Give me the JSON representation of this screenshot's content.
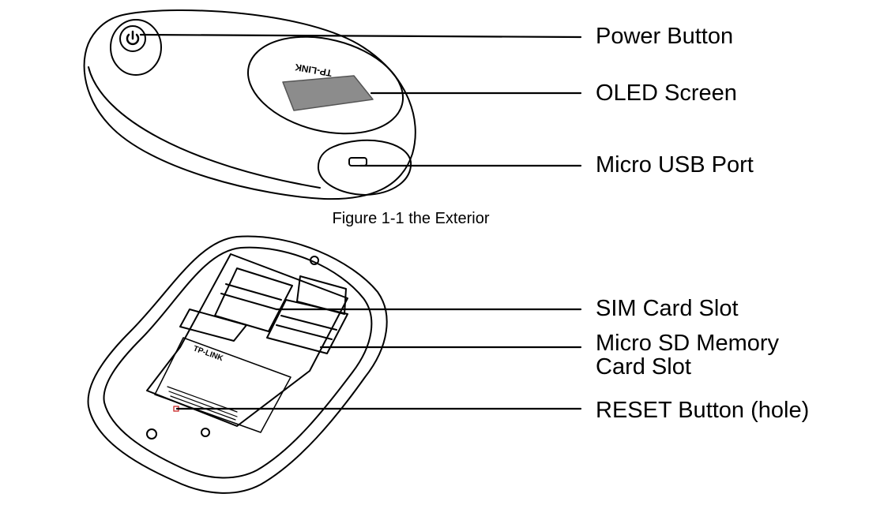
{
  "figure1": {
    "caption": "Figure 1-1 the Exterior",
    "brand_mark": "TP-LINK",
    "callouts": {
      "power": "Power Button",
      "oled": "OLED Screen",
      "usb": "Micro USB Port"
    }
  },
  "figure2": {
    "label_brand": "TP-LINK",
    "callouts": {
      "sim": "SIM Card Slot",
      "sd_line1": "Micro SD Memory",
      "sd_line2": "Card Slot",
      "reset": "RESET Button (hole)"
    }
  },
  "colors": {
    "ink": "#000000",
    "screen": "#8c8c8c",
    "reset_dot": "#d04040"
  }
}
